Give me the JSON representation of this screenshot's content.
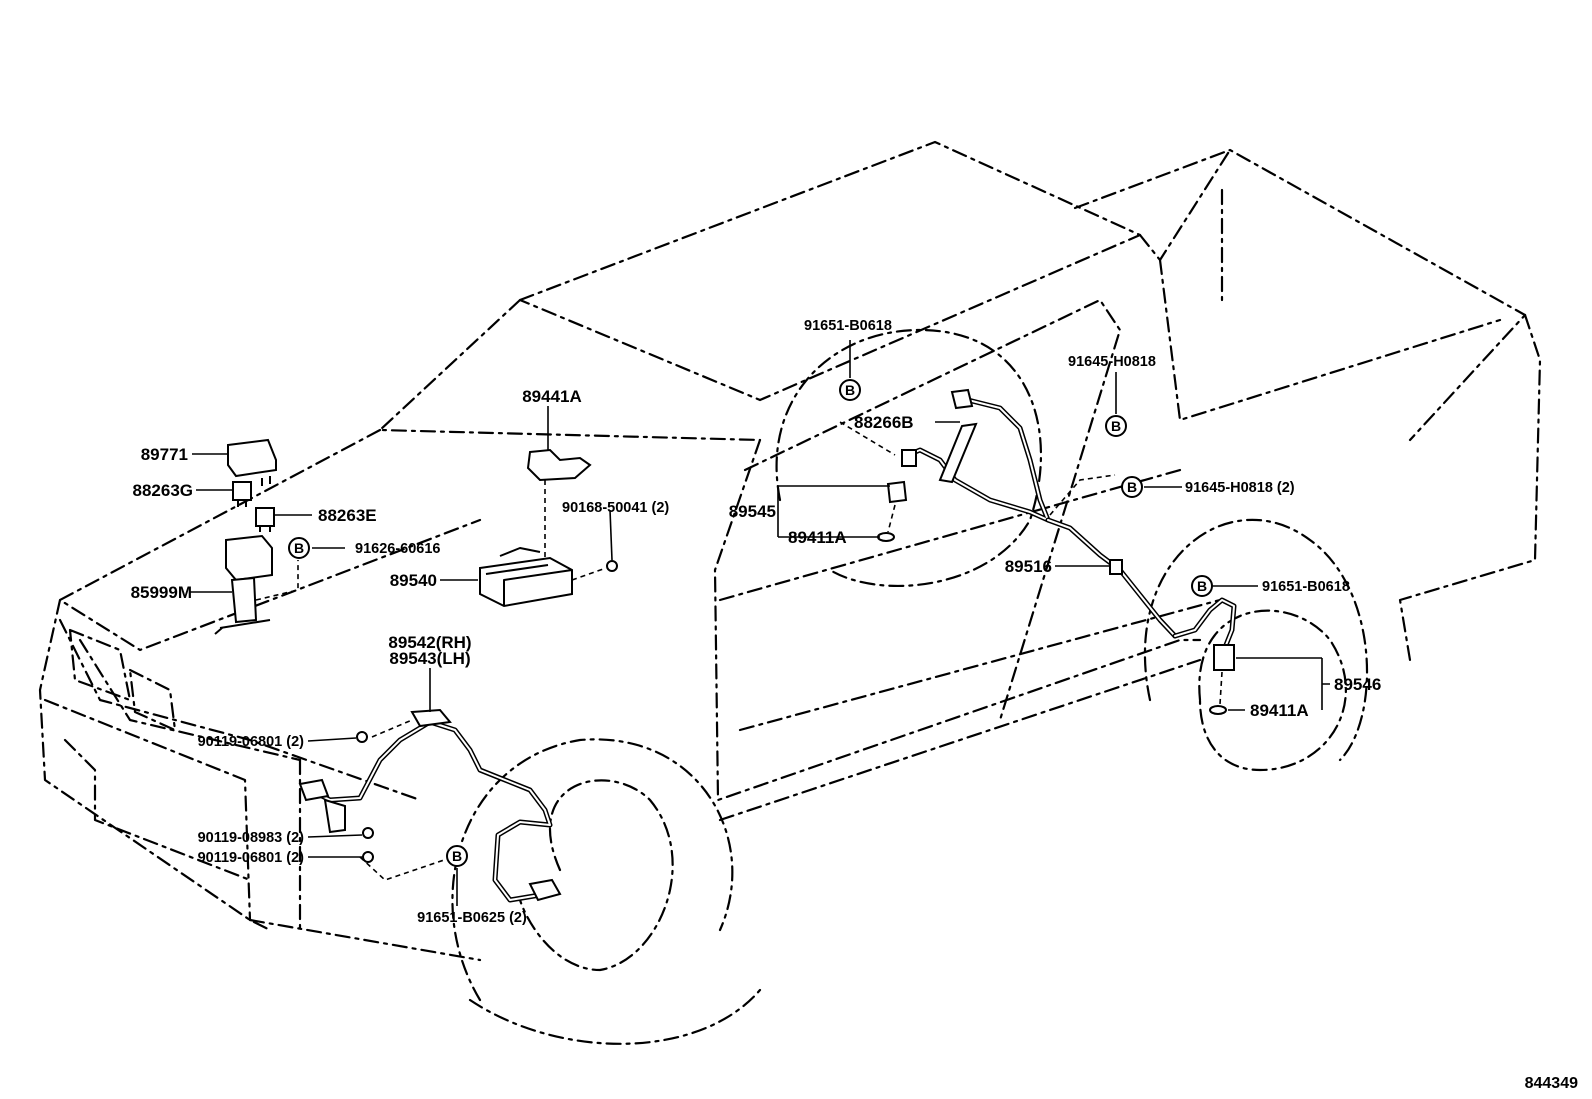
{
  "diagram": {
    "reference_number": "844349",
    "bolt_marker_letter": "B",
    "parts": {
      "p89771": "89771",
      "p88263G": "88263G",
      "p88263E": "88263E",
      "p91626": "91626-60616",
      "p85999M": "85999M",
      "p89441A": "89441A",
      "p90168": "90168-50041 (2)",
      "p89540": "89540",
      "p89542": "89542(RH)",
      "p89543": "89543(LH)",
      "p90119_06801_a": "90119-06801 (2)",
      "p90119_08983": "90119-08983 (2)",
      "p90119_06801_b": "90119-06801 (2)",
      "p91651_B0625": "91651-B0625 (2)",
      "p91651_B0618_top": "91651-B0618",
      "p88266B": "88266B",
      "p89545": "89545",
      "p89411A_left": "89411A",
      "p91645_H0818_top": "91645-H0818",
      "p91645_H0818_mid": "91645-H0818 (2)",
      "p89516": "89516",
      "p91651_B0618_right": "91651-B0618",
      "p89546": "89546",
      "p89411A_right": "89411A"
    }
  }
}
